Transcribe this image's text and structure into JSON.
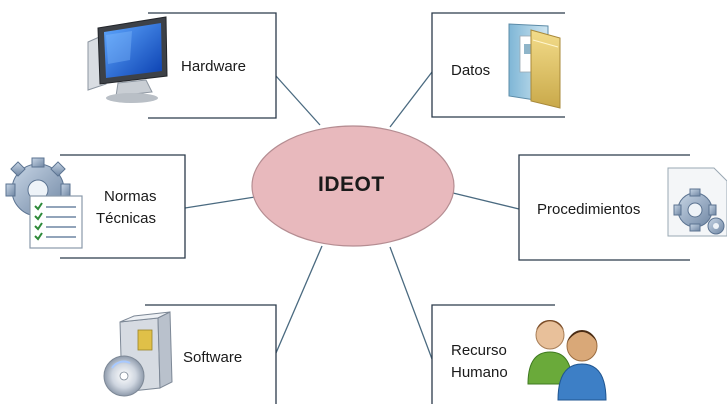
{
  "center": {
    "label": "IDEOT"
  },
  "nodes": {
    "hardware": {
      "label": "Hardware",
      "icon": "monitor-icon"
    },
    "datos": {
      "label": "Datos",
      "icon": "folder-icon"
    },
    "normas": {
      "line1": "Normas",
      "line2": "Técnicas",
      "icon": "gear-document-icon"
    },
    "procedimientos": {
      "label": "Procedimientos",
      "icon": "gear-page-icon"
    },
    "software": {
      "label": "Software",
      "icon": "software-box-icon"
    },
    "recurso": {
      "line1": "Recurso",
      "line2": "Humano",
      "icon": "people-icon"
    }
  },
  "colors": {
    "ellipse_fill": "#e8b9bd",
    "ellipse_stroke": "#b58d92",
    "box_stroke": "#2b3a4a",
    "connector": "#4a6a80"
  }
}
